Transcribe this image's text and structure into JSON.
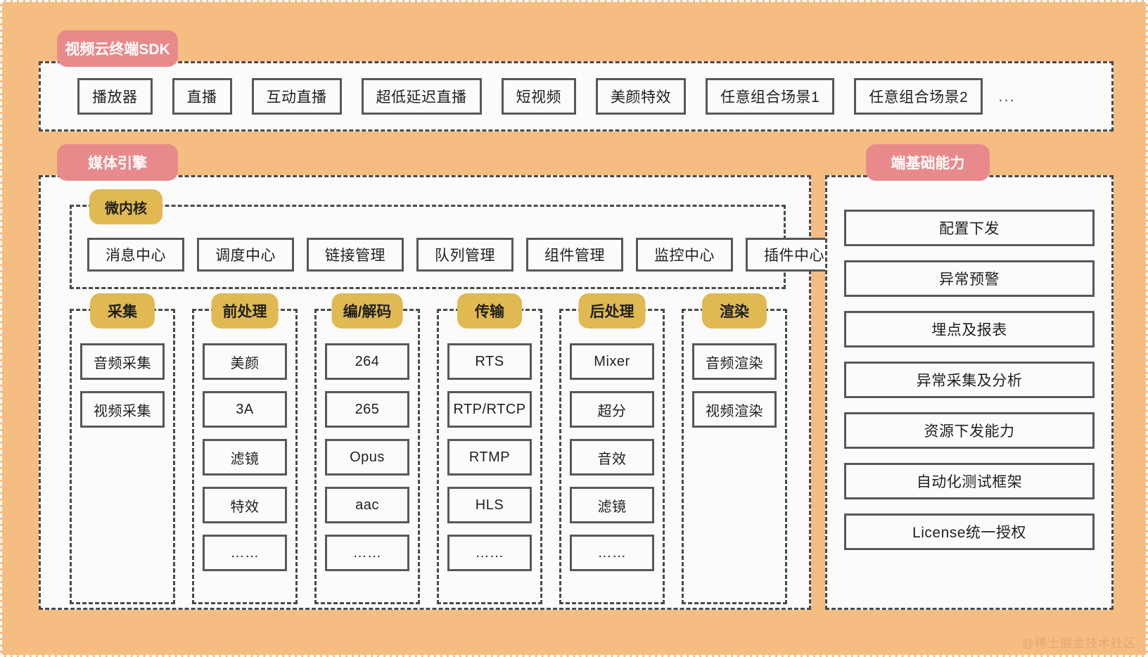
{
  "colors": {
    "canvas_bg": "#f6bd82",
    "panel_bg": "#fbfbfb",
    "badge_pink": "#e88a8c",
    "badge_gold": "#e1b953",
    "node_border": "#585858",
    "dash_border": "#4a4a4a"
  },
  "sdk": {
    "title": "视频云终端SDK",
    "items": [
      {
        "label": "播放器"
      },
      {
        "label": "直播"
      },
      {
        "label": "互动直播"
      },
      {
        "label": "超低延迟直播"
      },
      {
        "label": "短视频"
      },
      {
        "label": "美颜特效"
      },
      {
        "label": "任意组合场景1"
      },
      {
        "label": "任意组合场景2"
      }
    ],
    "ellipsis": "..."
  },
  "engine": {
    "title": "媒体引擎",
    "kernel": {
      "title": "微内核",
      "items": [
        {
          "label": "消息中心"
        },
        {
          "label": "调度中心"
        },
        {
          "label": "链接管理"
        },
        {
          "label": "队列管理"
        },
        {
          "label": "组件管理"
        },
        {
          "label": "监控中心"
        },
        {
          "label": "插件中心"
        }
      ]
    },
    "pipeline": [
      {
        "title": "采集",
        "items": [
          {
            "label": "音频采集"
          },
          {
            "label": "视频采集"
          }
        ]
      },
      {
        "title": "前处理",
        "items": [
          {
            "label": "美颜"
          },
          {
            "label": "3A"
          },
          {
            "label": "滤镜"
          },
          {
            "label": "特效"
          },
          {
            "label": "……"
          }
        ]
      },
      {
        "title": "编/解码",
        "items": [
          {
            "label": "264"
          },
          {
            "label": "265"
          },
          {
            "label": "Opus"
          },
          {
            "label": "aac"
          },
          {
            "label": "……"
          }
        ]
      },
      {
        "title": "传输",
        "items": [
          {
            "label": "RTS"
          },
          {
            "label": "RTP/RTCP"
          },
          {
            "label": "RTMP"
          },
          {
            "label": "HLS"
          },
          {
            "label": "……"
          }
        ]
      },
      {
        "title": "后处理",
        "items": [
          {
            "label": "Mixer"
          },
          {
            "label": "超分"
          },
          {
            "label": "音效"
          },
          {
            "label": "滤镜"
          },
          {
            "label": "……"
          }
        ]
      },
      {
        "title": "渲染",
        "items": [
          {
            "label": "音频渲染"
          },
          {
            "label": "视频渲染"
          }
        ]
      }
    ]
  },
  "base": {
    "title": "端基础能力",
    "items": [
      {
        "label": "配置下发"
      },
      {
        "label": "异常预警"
      },
      {
        "label": "埋点及报表"
      },
      {
        "label": "异常采集及分析"
      },
      {
        "label": "资源下发能力"
      },
      {
        "label": "自动化测试框架"
      },
      {
        "label": "License统一授权"
      }
    ]
  },
  "watermark": "@稀土掘金技术社区"
}
